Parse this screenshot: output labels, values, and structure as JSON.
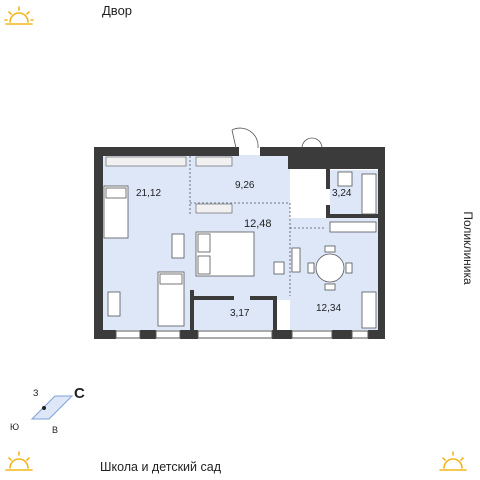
{
  "labels": {
    "top": "Двор",
    "bottom": "Школа и детский сад",
    "right": "Поликлиника"
  },
  "rooms": [
    {
      "name": "living-room",
      "area": "21,12"
    },
    {
      "name": "hallway",
      "area": "9,26"
    },
    {
      "name": "bathroom",
      "area": "3,24"
    },
    {
      "name": "bedroom",
      "area": "12,48"
    },
    {
      "name": "storage",
      "area": "3,17"
    },
    {
      "name": "kitchen",
      "area": "12,34"
    }
  ],
  "compass": {
    "north": "С",
    "west": "З",
    "south": "Ю",
    "east": "В"
  },
  "colors": {
    "room_fill": "#dde7f8",
    "wall": "#3b3b3b",
    "sun": "#f3b51b"
  },
  "icons": [
    "sun-icon",
    "compass-icon"
  ]
}
